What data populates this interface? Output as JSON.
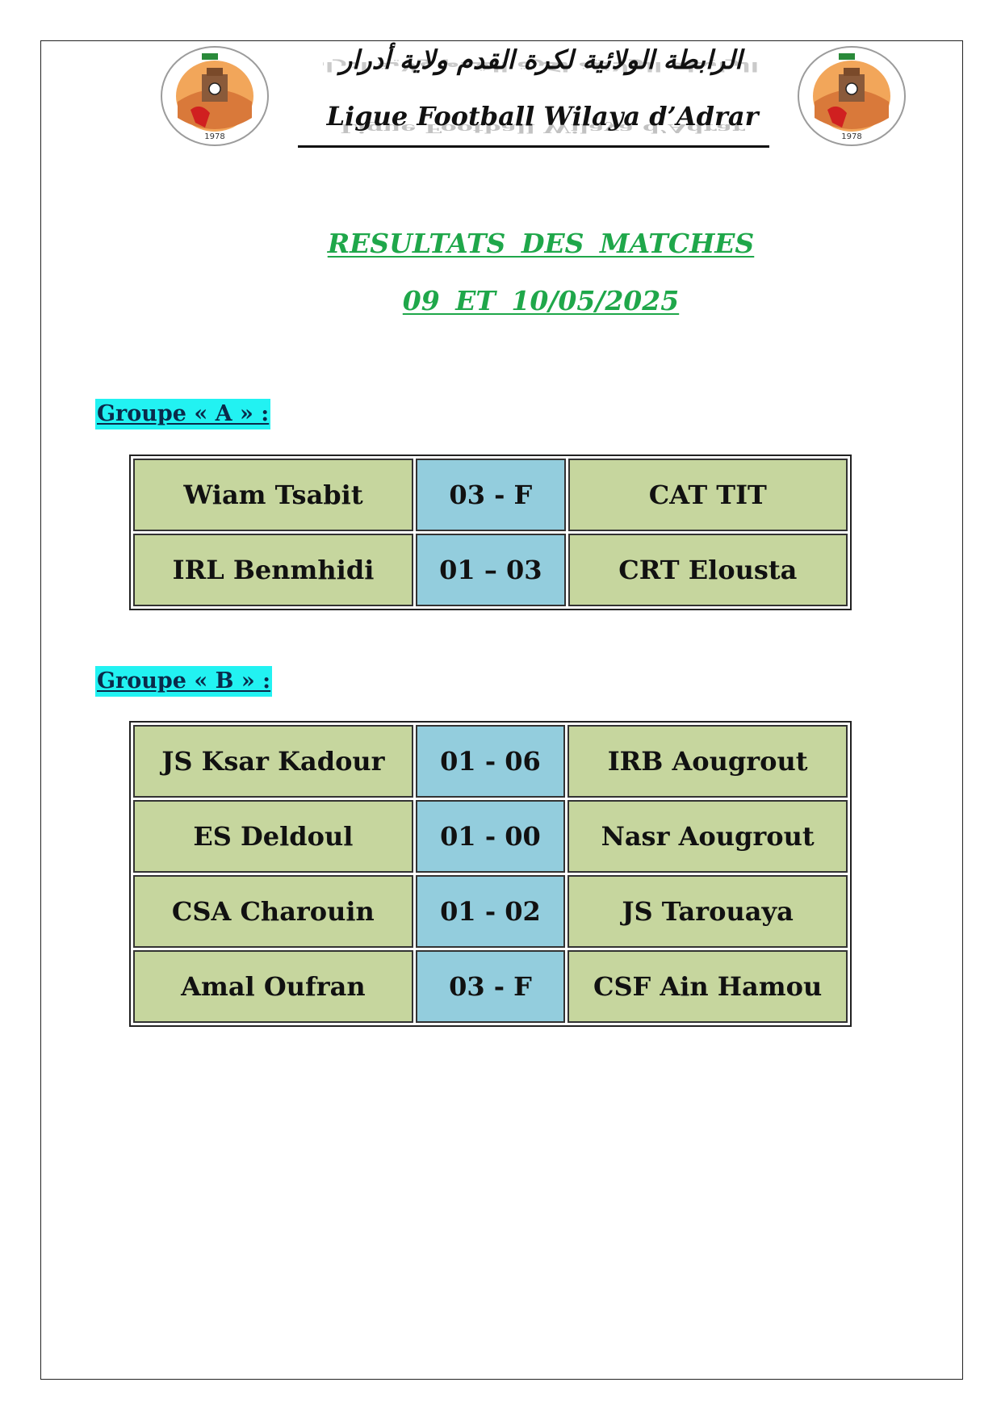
{
  "header": {
    "arabic_title": "الرابطة الولائية لكرة القدم ولاية أدرار",
    "latin_title": "Ligue Football Wilaya d’Adrar",
    "logo_year": "1978"
  },
  "title": {
    "line1": "RESULTATS DES MATCHES",
    "line2": "09 ET 10/05/2025"
  },
  "groups": [
    {
      "label": "Groupe « A » :",
      "matches": [
        {
          "home": "Wiam Tsabit",
          "score": "03 - F",
          "away": "CAT TIT"
        },
        {
          "home": "IRL Benmhidi",
          "score": "01 – 03",
          "away": "CRT Elousta"
        }
      ]
    },
    {
      "label": "Groupe « B » :",
      "matches": [
        {
          "home": "JS Ksar Kadour",
          "score": "01 - 06",
          "away": "IRB Aougrout"
        },
        {
          "home": "ES Deldoul",
          "score": "01 - 00",
          "away": "Nasr Aougrout"
        },
        {
          "home": "CSA Charouin",
          "score": "01 - 02",
          "away": "JS Tarouaya"
        },
        {
          "home": "Amal Oufran",
          "score": "03 - F",
          "away": "CSF Ain Hamou"
        }
      ]
    }
  ],
  "colors": {
    "title_green": "#1fa74a",
    "group_highlight": "#22f2f2",
    "team_cell": "#c6d69e",
    "score_cell": "#93cddd"
  }
}
